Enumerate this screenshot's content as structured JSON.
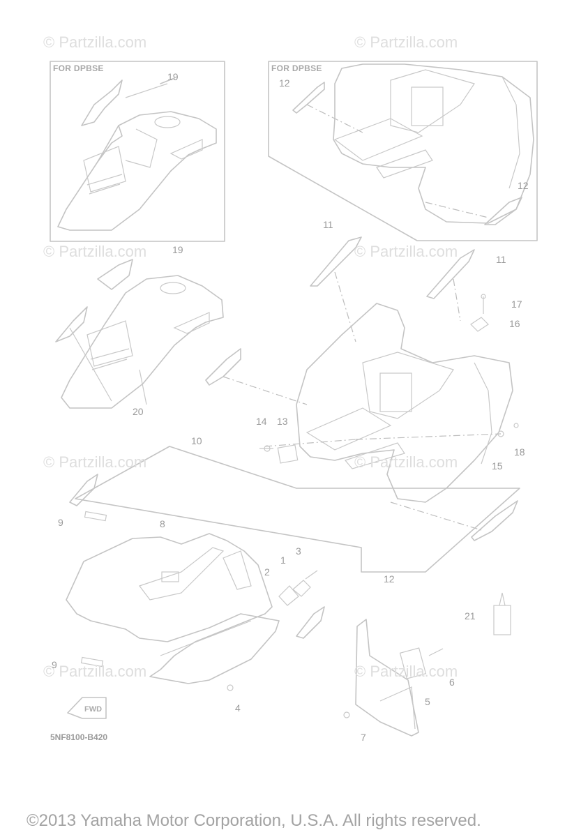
{
  "watermark": "© Partzilla.com",
  "box_titles": [
    "FOR DPBSE",
    "FOR DPBSE"
  ],
  "part_labels": {
    "p1": "1",
    "p2": "2",
    "p3": "3",
    "p4": "4",
    "p5": "5",
    "p6": "6",
    "p7": "7",
    "p8": "8",
    "p9a": "9",
    "p9b": "9",
    "p10": "10",
    "p11a": "11",
    "p11b": "11",
    "p12a": "12",
    "p12b": "12",
    "p12c": "12",
    "p13": "13",
    "p14": "14",
    "p15": "15",
    "p16": "16",
    "p17": "17",
    "p18": "18",
    "p19a": "19",
    "p19b": "19",
    "p20": "20",
    "p21": "21"
  },
  "diagram_code": "5NF8100-B420",
  "copyright": "©2013 Yamaha Motor Corporation, U.S.A. All rights reserved.",
  "fwd_label": "FWD"
}
